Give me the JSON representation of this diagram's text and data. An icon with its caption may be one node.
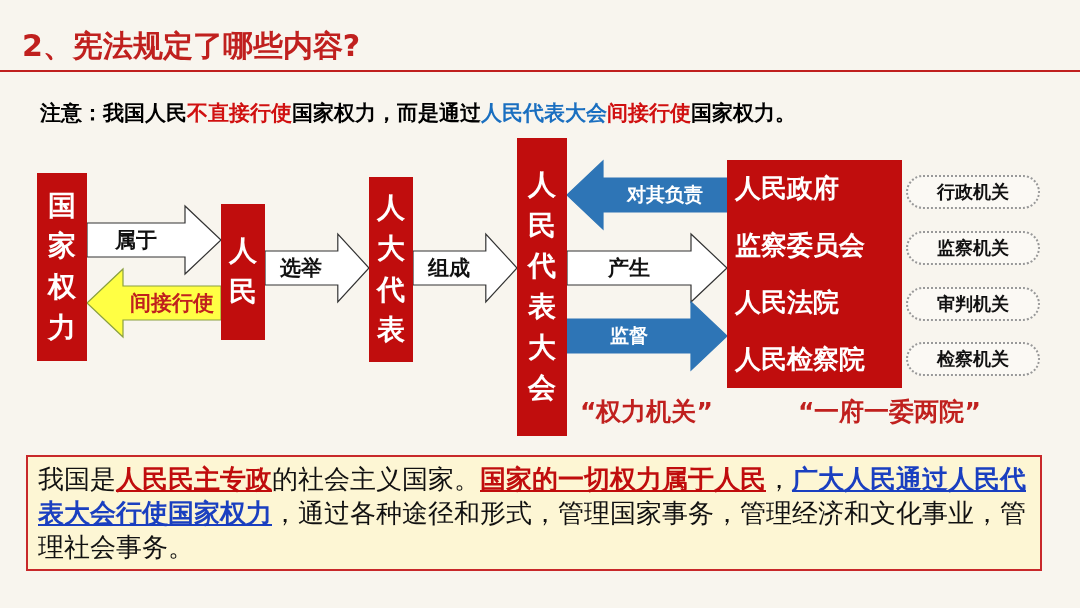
{
  "diagram": {
    "title": "2、宪法规定了哪些内容?",
    "nodes": [
      {
        "text": [
          "国家权力"
        ]
      },
      {
        "text": [
          "人民"
        ]
      },
      {
        "text": [
          "人大代表"
        ]
      },
      {
        "text": [
          "人民代表大会"
        ],
        "beside": [
          "“权力机关”"
        ]
      },
      {
        "text": [
          "人民政府",
          "监察委员会",
          "人民法院",
          "人民检察院"
        ],
        "beside": [
          "“一府一委两院”"
        ]
      },
      {
        "text": [
          "行政机关"
        ]
      },
      {
        "text": [
          "监察机关"
        ]
      },
      {
        "text": [
          "审判机关"
        ]
      },
      {
        "text": [
          "检察机关"
        ]
      },
      {
        "text": [
          "我国是**人民民主专政**的社会主义国家。**国家的一切权力属于人民**，**广大人民通过人民代表大会行使国家权力**，通过各种途径和形式，管理国家事务，管理经济和文化事业，管理社会事务。"
        ]
      }
    ],
    "edges": [
      {
        "from": 0,
        "to": 1,
        "arrow": "to",
        "label": "属于"
      },
      {
        "from": 1,
        "to": 0,
        "arrow": "to",
        "label": "间接行使",
        "color": "#ffff44"
      },
      {
        "from": 1,
        "to": 2,
        "arrow": "to",
        "label": "选举"
      },
      {
        "from": 2,
        "to": 3,
        "arrow": "to",
        "label": "组成"
      },
      {
        "from": 4,
        "to": 3,
        "arrow": "to",
        "label": "对其负责",
        "color": "#2e75b6"
      },
      {
        "from": 3,
        "to": 4,
        "arrow": "to",
        "label": "产生"
      },
      {
        "from": 3,
        "to": 4,
        "arrow": "to",
        "label": "监督",
        "color": "#2e75b6"
      }
    ],
    "labels": [
      "注意：我国人民**不直接行使**国家权力，而是通过**人民代表大会****间接行使**国家权力。"
    ]
  }
}
